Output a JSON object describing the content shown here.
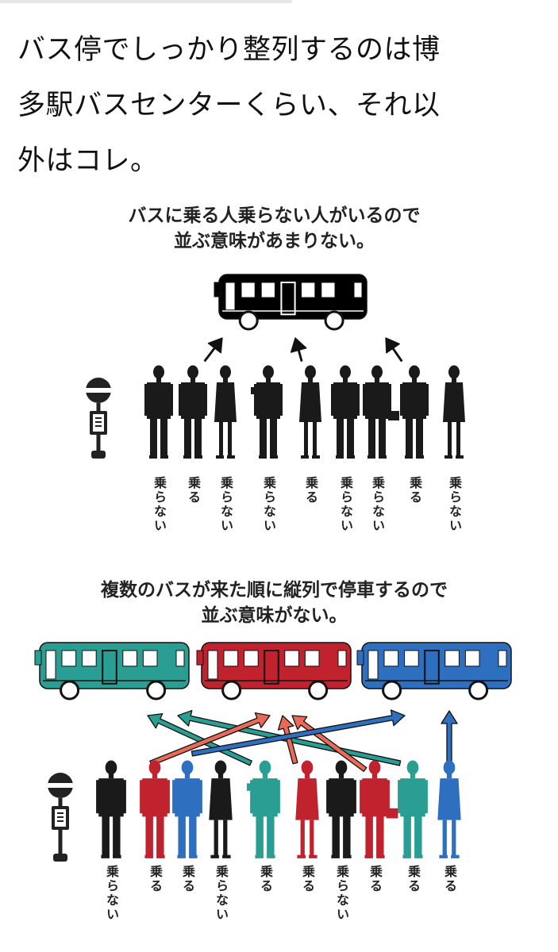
{
  "post": {
    "lines": [
      "バス停でしっかり整列するのは博",
      "多駅バスセンターくらい、それ以",
      "外はコレ。"
    ]
  },
  "figure": {
    "panel1": {
      "caption_lines": [
        "バスに乗る人乗らない人がいるので",
        "並ぶ意味があまりない。"
      ],
      "labels": [
        "乗らない",
        "乗る",
        "乗らない",
        "乗らない",
        "乗る",
        "乗らない",
        "乗らない",
        "乗る",
        "乗らない"
      ],
      "bus_color": "#000000",
      "person_color": "#1a1a1a"
    },
    "panel2": {
      "caption_lines": [
        "複数のバスが来た順に縦列で停車するので",
        "並ぶ意味がない。"
      ],
      "labels": [
        "乗らない",
        "乗る",
        "乗る",
        "乗らない",
        "乗る",
        "乗る",
        "乗らない",
        "乗る",
        "乗る",
        "乗る"
      ],
      "bus_colors": [
        "#2a9e93",
        "#c0232d",
        "#2e6fbf"
      ],
      "person_colors": [
        "#1a1a1a",
        "#c0232d",
        "#2e6fbf",
        "#1a1a1a",
        "#2a9e93",
        "#c0232d",
        "#1a1a1a",
        "#c0232d",
        "#2a9e93",
        "#2e6fbf"
      ]
    }
  }
}
